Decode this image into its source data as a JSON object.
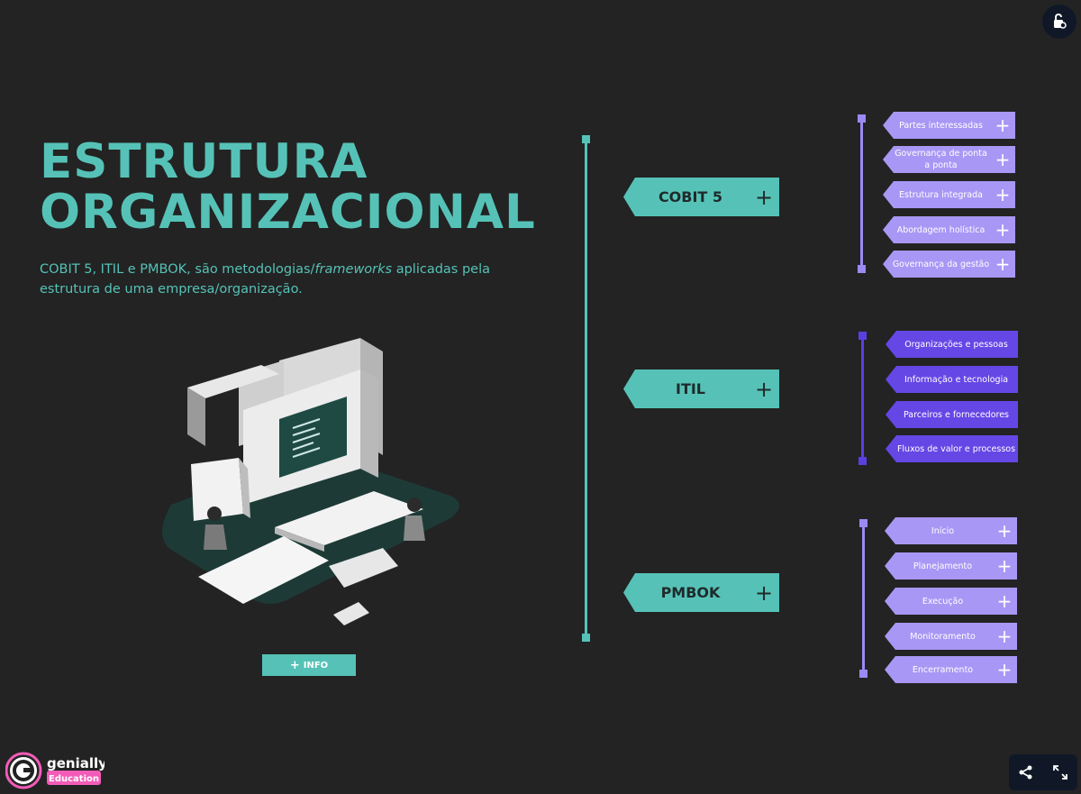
{
  "header": {
    "title_line1": "ESTRUTURA",
    "title_line2": "ORGANIZACIONAL",
    "subtitle_part1": "COBIT 5, ITIL e PMBOK, são metodologias/",
    "subtitle_em": "frameworks",
    "subtitle_part2": " aplicadas pela estrutura de uma empresa/organização."
  },
  "info_button": {
    "plus": "+",
    "label": "INFO"
  },
  "main_tabs": [
    {
      "label": "COBIT 5",
      "plus": "+"
    },
    {
      "label": "ITIL",
      "plus": "+"
    },
    {
      "label": "PMBOK",
      "plus": "+"
    }
  ],
  "cobit_items": [
    {
      "label": "Partes interessadas",
      "plus": "+"
    },
    {
      "label": "Governança de ponta a ponta",
      "plus": "+"
    },
    {
      "label": "Estrutura integrada",
      "plus": "+"
    },
    {
      "label": "Abordagem holística",
      "plus": "+"
    },
    {
      "label": "Governança da gestão",
      "plus": "+"
    }
  ],
  "itil_items": [
    {
      "label": "Organizações e pessoas"
    },
    {
      "label": "Informação e tecnologia"
    },
    {
      "label": "Parceiros e fornecedores"
    },
    {
      "label": "Fluxos de valor e processos"
    }
  ],
  "pmbok_items": [
    {
      "label": "Início",
      "plus": "+"
    },
    {
      "label": "Planejamento",
      "plus": "+"
    },
    {
      "label": "Execução",
      "plus": "+"
    },
    {
      "label": "Monitoramento",
      "plus": "+"
    },
    {
      "label": "Encerramento",
      "plus": "+"
    }
  ],
  "branding": {
    "name": "genially",
    "badge": "Education"
  },
  "icons": {
    "top_right": "unlock-hand-icon",
    "share": "share-icon",
    "fullscreen": "fullscreen-icon"
  },
  "colors": {
    "background": "#232323",
    "teal": "#56c2b7",
    "lilac": "#a997f5",
    "violet": "#6547e6",
    "pink_badge": "#f25cb8"
  }
}
